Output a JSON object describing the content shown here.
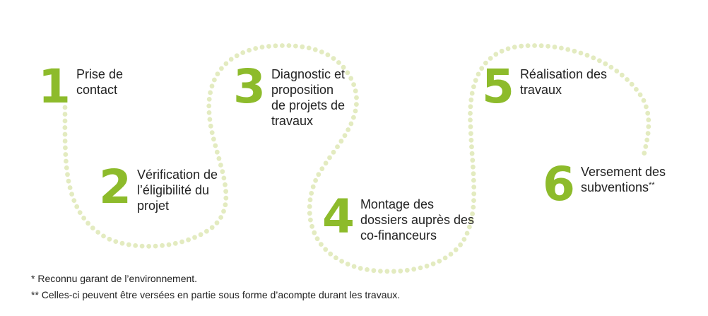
{
  "colors": {
    "accent": "#8dbb2b",
    "dots": "#e3ebc0",
    "text": "#222222"
  },
  "steps": [
    {
      "number": "1",
      "lines": [
        "Prise de",
        "contact"
      ],
      "sup": ""
    },
    {
      "number": "2",
      "lines": [
        "Vérification de",
        "l’éligibilité du",
        "projet"
      ],
      "sup": ""
    },
    {
      "number": "3",
      "lines": [
        "Diagnostic et",
        "proposition",
        "de projets de",
        "travaux"
      ],
      "sup": ""
    },
    {
      "number": "4",
      "lines": [
        "Montage des",
        "dossiers auprès des",
        "co-financeurs"
      ],
      "sup": ""
    },
    {
      "number": "5",
      "lines": [
        "Réalisation des",
        "travaux"
      ],
      "sup": ""
    },
    {
      "number": "6",
      "lines": [
        "Versement des",
        "subventions"
      ],
      "sup": "**"
    }
  ],
  "footnotes": [
    "* Reconnu garant de l’environnement.",
    "** Celles-ci peuvent être versées en partie sous forme d’acompte durant les travaux."
  ]
}
